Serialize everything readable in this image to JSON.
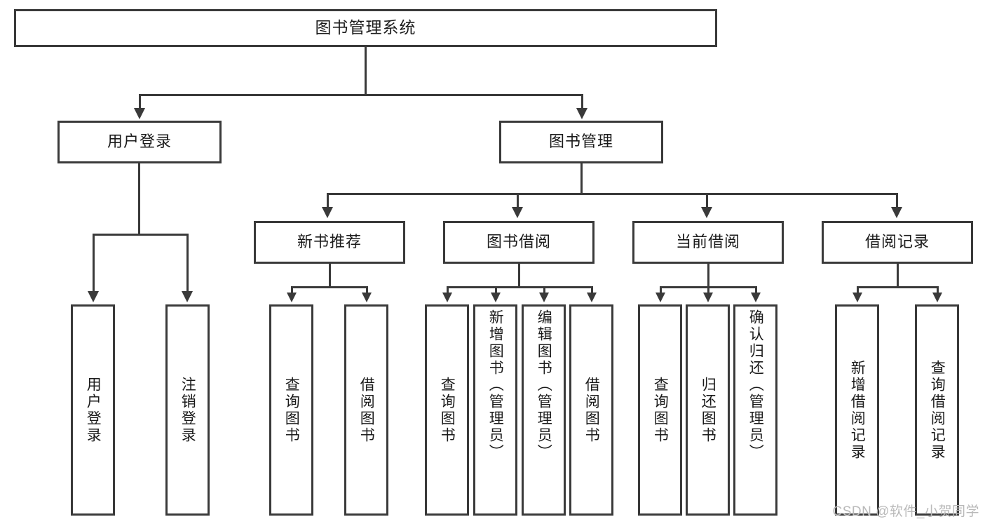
{
  "diagram": {
    "title": "图书管理系统",
    "watermark": "CSDN @软件_小贺同学",
    "colors": {
      "stroke": "#3a3a3a",
      "fill": "#ffffff",
      "text": "#1b1b1b",
      "watermark": "#b9b9b9"
    },
    "root": {
      "label": "图书管理系统"
    },
    "level2": [
      {
        "label": "用户登录"
      },
      {
        "label": "图书管理"
      }
    ],
    "level3": [
      {
        "label": "新书推荐"
      },
      {
        "label": "图书借阅"
      },
      {
        "label": "当前借阅"
      },
      {
        "label": "借阅记录"
      }
    ],
    "leaves": {
      "user_login": [
        {
          "label": "用户登录"
        },
        {
          "label": "注销登录"
        }
      ],
      "new_book": [
        {
          "label": "查询图书"
        },
        {
          "label": "借阅图书"
        }
      ],
      "borrow": [
        {
          "label": "查询图书"
        },
        {
          "label": "新增图书（管理员）"
        },
        {
          "label": "编辑图书（管理员）"
        },
        {
          "label": "借阅图书"
        }
      ],
      "current": [
        {
          "label": "查询图书"
        },
        {
          "label": "归还图书"
        },
        {
          "label": "确认归还（管理员）"
        }
      ],
      "records": [
        {
          "label": "新增借阅记录"
        },
        {
          "label": "查询借阅记录"
        }
      ]
    }
  }
}
